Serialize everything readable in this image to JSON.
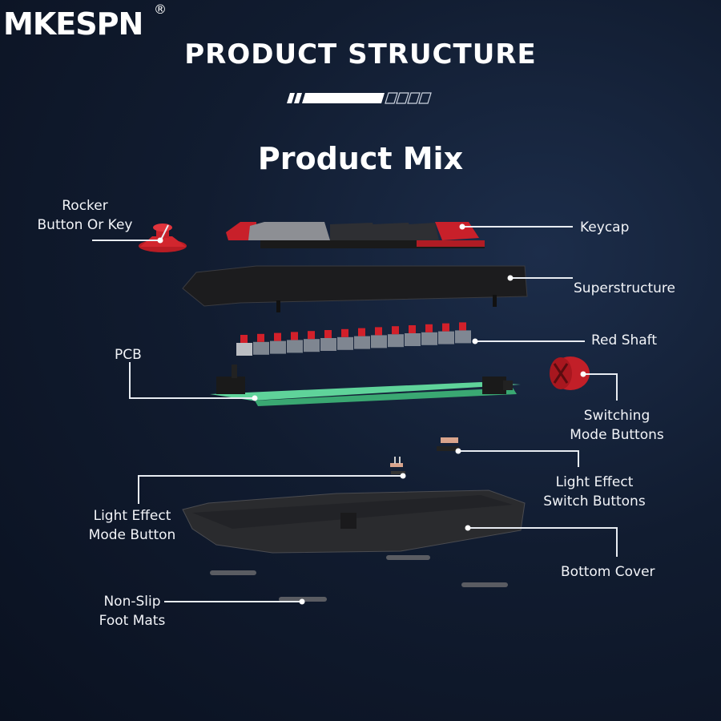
{
  "brand": {
    "name": "MKESPN",
    "registered_mark": "®"
  },
  "header": {
    "title": "PRODUCT STRUCTURE",
    "progress_segments_filled": 2,
    "progress_segments_empty": 4
  },
  "subtitle": "Product Mix",
  "colors": {
    "background": "#111c30",
    "accent_red": "#d2202a",
    "pcb_green": "#3fbf7f",
    "text": "#ffffff"
  },
  "components": [
    {
      "id": "keycap",
      "label": "Keycap"
    },
    {
      "id": "rocker",
      "label": "Rocker Button Or Key",
      "lines": [
        "Rocker",
        "Button Or Key"
      ]
    },
    {
      "id": "superstructure",
      "label": "Superstructure"
    },
    {
      "id": "red-shaft",
      "label": "Red Shaft"
    },
    {
      "id": "pcb",
      "label": "PCB"
    },
    {
      "id": "switching-mode",
      "label": "Switching Mode Buttons",
      "lines": [
        "Switching",
        "Mode Buttons"
      ]
    },
    {
      "id": "light-effect-switch",
      "label": "Light Effect Switch Buttons",
      "lines": [
        "Light Effect",
        "Switch Buttons"
      ]
    },
    {
      "id": "light-effect-mode",
      "label": "Light Effect Mode Button",
      "lines": [
        "Light Effect",
        "Mode Button"
      ]
    },
    {
      "id": "bottom-cover",
      "label": "Bottom Cover"
    },
    {
      "id": "foot-mats",
      "label": "Non-Slip Foot Mats",
      "lines": [
        "Non-Slip",
        "Foot Mats"
      ]
    }
  ]
}
